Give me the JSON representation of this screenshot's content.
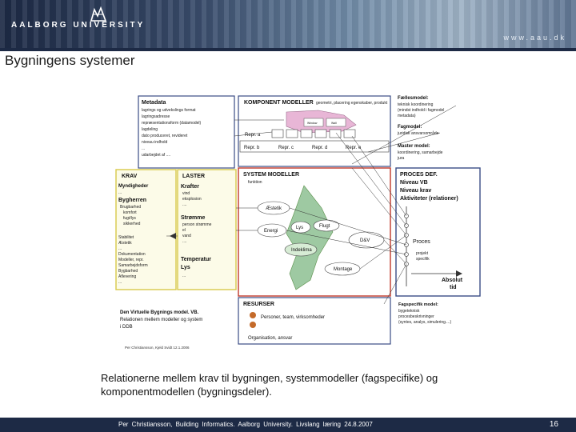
{
  "header": {
    "university_name": "AALBORG UNIVERSITY",
    "website": "www.aau.dk"
  },
  "slide": {
    "title": "Bygningens systemer",
    "caption": "Relationerne mellem krav til bygningen, systemmodeller (fagspecifike) og komponentmodellen (bygningsdeler)."
  },
  "diagram": {
    "metadata": {
      "title": "Metadata",
      "lines": [
        "lagrings og udvekslings format",
        "lagringsadresse",
        "repræsentationsform (datamodel)",
        "lagdeling",
        "dato produceret, revideret",
        "niveau indhold",
        "...",
        "udarbejdet af ...."
      ]
    },
    "komponent": {
      "title": "KOMPONENT MODELLER",
      "geo": "geometri, placering egenskaber, produkt",
      "repr_a": "Repr. a",
      "repr": [
        "Repr. b",
        "Repr. c",
        "Repr. d",
        "Repr. e"
      ],
      "small_window": "Window",
      "small_wall": "Wall"
    },
    "faelles": {
      "title": "Fællesmodel:",
      "lines": [
        "teknisk koordinering",
        "(mindst indhold i fagmodel",
        "metadata)"
      ],
      "fag_title": "Fagmodel:",
      "fag_line": "juridisk ansvarsområde",
      "master_title": "Master model:",
      "master_lines": [
        "koordinering, samarbejde",
        "jura"
      ]
    },
    "krav": {
      "title": "KRAV",
      "myndigheder": "Myndigheder",
      "dots1": "...",
      "bygherren": "Bygherren",
      "bygherren_items": [
        "Brugbarhed",
        "komfort",
        "fugt/lys",
        "sikkerhed"
      ],
      "other_items": [
        "Stabilitet",
        "Æstetik",
        "...",
        "Dokumentation",
        "Modeller, repr.",
        "Samarbejdsform",
        "Bygbarhed",
        "Aflevering",
        "..."
      ]
    },
    "laster": {
      "title": "LASTER",
      "krafter": "Krafter",
      "krafter_items": [
        "vind",
        "eksplosion",
        "...."
      ],
      "stromme": "Strømme",
      "stromme_items": [
        "person strømme",
        "el",
        "vand",
        "...."
      ],
      "temperatur": "Temperatur",
      "lys": "Lys",
      "dots": "..."
    },
    "system": {
      "title": "SYSTEM MODELLER",
      "funktion": "funktion",
      "aestetik": "Æstetik",
      "energi": "Energi",
      "lys": "Lys",
      "flugt": "Flugt",
      "dv": "D&V",
      "indeklima": "Indeklima",
      "montage": "Montage"
    },
    "proces": {
      "title": "PROCES DEF.",
      "lines": [
        "Niveau VB",
        "Niveau krav",
        "Aktiviteter (relationer)"
      ],
      "proces": "Proces",
      "projekt": "projekt",
      "specifik": "specifik",
      "absolut": "Absolut",
      "tid": "tid"
    },
    "ressourcer": {
      "title": "RESURSER",
      "personer": "Personer, team, virksomheder",
      "organisation": "Organisation, ansvar"
    },
    "fagspecifik": {
      "title": "Fagspecifik model:",
      "lines": [
        "bygeteknisk",
        "procesbeskrivninger",
        "(syntes, analys, simulering....)"
      ]
    },
    "vb": {
      "lines": [
        "Den Virtuelle Bygnings model. VB.",
        "Relationen mellem modeller og system",
        "i DDB"
      ],
      "credit": "Per Christiansson, Kjeld Svidt  12.1.2006"
    }
  },
  "footer": {
    "text": "Per Christiansson, Building Informatics. Aalborg University.   Livslang læring 24.8.2007",
    "page_number": "16"
  },
  "colors": {
    "banner_dark": "#1d2a45",
    "box_red": "#c0392b",
    "box_yellow": "#d8c94a",
    "box_blue": "#3b4d86",
    "box_green": "#5a8f4a",
    "pink_shape": "#e8b6d6",
    "green_shape": "#9ec9a2"
  }
}
